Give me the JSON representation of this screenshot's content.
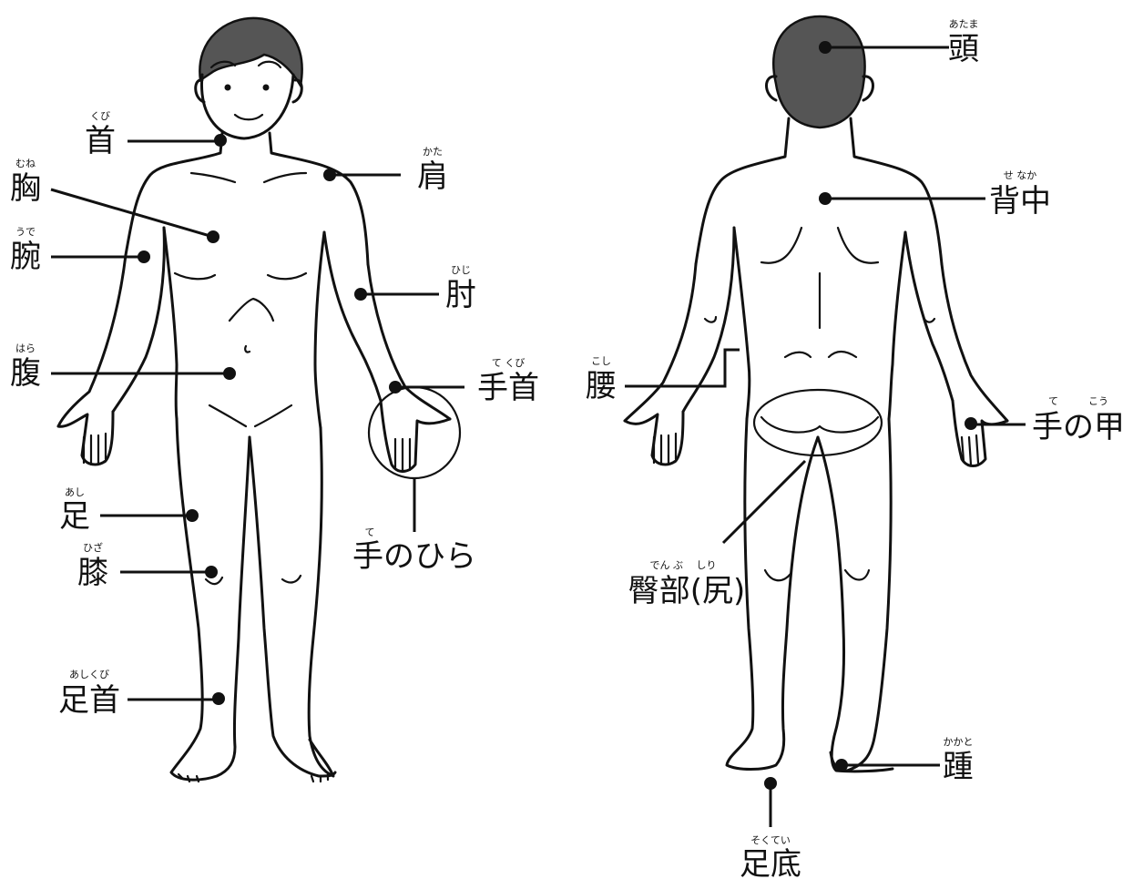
{
  "colors": {
    "ink": "#111111",
    "hair": "#555555",
    "background": "#ffffff"
  },
  "front": {
    "labels": {
      "neck": {
        "kanji": "首",
        "reading": "くび"
      },
      "chest": {
        "kanji": "胸",
        "reading": "むね"
      },
      "arm": {
        "kanji": "腕",
        "reading": "うで"
      },
      "belly": {
        "kanji": "腹",
        "reading": "はら"
      },
      "leg": {
        "kanji": "足",
        "reading": "あし"
      },
      "knee": {
        "kanji": "膝",
        "reading": "ひざ"
      },
      "ankle": {
        "kanji": "足首",
        "reading": "あしくび"
      },
      "shoulder": {
        "kanji": "肩",
        "reading": "かた"
      },
      "elbow": {
        "kanji": "肘",
        "reading": "ひじ"
      },
      "wrist": {
        "kanji": "手首",
        "reading": "て くび"
      },
      "palm": {
        "kanji": "手のひら",
        "reading": "て"
      }
    }
  },
  "back": {
    "labels": {
      "head": {
        "kanji": "頭",
        "reading": "あたま"
      },
      "back": {
        "kanji": "背中",
        "reading": "せ なか"
      },
      "waist": {
        "kanji": "腰",
        "reading": "こし"
      },
      "hand_back": {
        "kanji": "手の甲",
        "reading": "て　　　こう"
      },
      "buttocks": {
        "kanji": "臀部(尻)",
        "reading": "でん ぶ　 しり"
      },
      "heel": {
        "kanji": "踵",
        "reading": "かかと"
      },
      "sole": {
        "kanji": "足底",
        "reading": "そくてい"
      }
    }
  }
}
